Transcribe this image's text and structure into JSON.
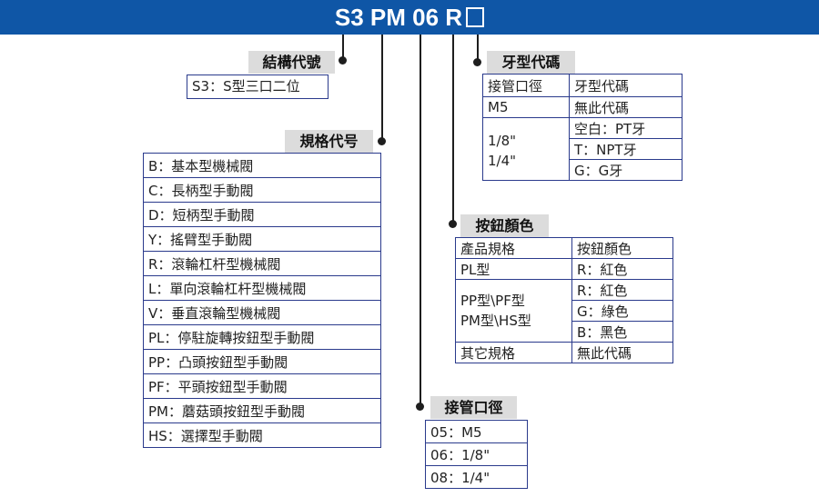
{
  "header": {
    "model_code": "S3 PM 06 R"
  },
  "structure": {
    "title": "結構代號",
    "value": "S3：S型三口二位"
  },
  "spec": {
    "title": "規格代号",
    "items": [
      "B：基本型機械閥",
      "C：長柄型手動閥",
      "D：短柄型手動閥",
      "Y：搖臂型手動閥",
      "R：滾輪杠杆型機械閥",
      "L：單向滾輪杠杆型機械閥",
      "V：垂直滾輪型機械閥",
      "PL：停駐旋轉按鈕型手動閥",
      "PP：凸頭按鈕型手動閥",
      "PF：平頭按鈕型手動閥",
      "PM：蘑菇頭按鈕型手動閥",
      "HS：選擇型手動閥"
    ]
  },
  "thread": {
    "title": "牙型代碼",
    "headers": [
      "接管口徑",
      "牙型代碼"
    ],
    "m5": [
      "M5",
      "無此代碼"
    ],
    "group_sizes": [
      "1/8\"",
      "1/4\""
    ],
    "group_options": [
      "空白：PT牙",
      "T：NPT牙",
      "G：G牙"
    ]
  },
  "button": {
    "title": "按鈕顏色",
    "headers": [
      "產品規格",
      "按鈕顏色"
    ],
    "pl": [
      "PL型",
      "R：紅色"
    ],
    "group_specs": [
      "PP型\\PF型",
      "PM型\\HS型"
    ],
    "group_colors": [
      "R：紅色",
      "G：綠色",
      "B：黑色"
    ],
    "other": [
      "其它規格",
      "無此代碼"
    ]
  },
  "port": {
    "title": "接管口徑",
    "items": [
      "05：M5",
      "06：1/8\"",
      "08：1/4\""
    ]
  }
}
